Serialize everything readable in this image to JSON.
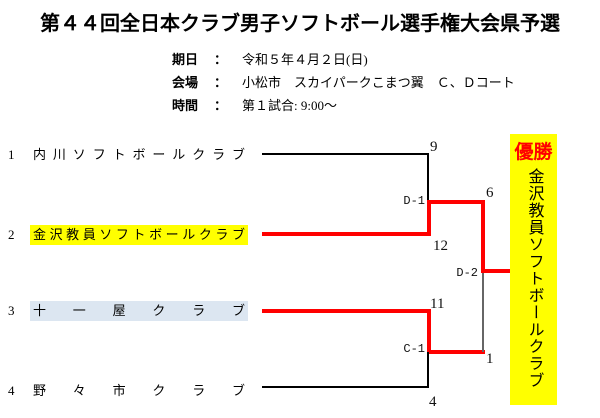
{
  "title": "第４４回全日本クラブ男子ソフトボール選手権大会県予選",
  "info": {
    "rows": [
      {
        "label": "期日",
        "colon": "：",
        "value": "令和５年４月２日(日)"
      },
      {
        "label": "会場",
        "colon": "：",
        "value": "小松市　スカイパークこまつ翼　Ｃ、Ｄコート"
      },
      {
        "label": "時間",
        "colon": "：",
        "value": "第１試合: 9:00～"
      }
    ]
  },
  "bracket": {
    "teams": [
      {
        "seed": "1",
        "name": "内川ソフトボールクラブ",
        "highlight": "none",
        "first_round_score": "9"
      },
      {
        "seed": "2",
        "name": "金沢教員ソフトボールクラブ",
        "highlight": "yellow",
        "first_round_score": "12"
      },
      {
        "seed": "3",
        "name": "十一屋クラブ",
        "highlight": "blue",
        "first_round_score": "11"
      },
      {
        "seed": "4",
        "name": "野々市クラブ",
        "highlight": "none",
        "first_round_score": "4"
      }
    ],
    "matches": {
      "semifinal_top_label": "D-1",
      "semifinal_bottom_label": "C-1",
      "final_label": "D-2",
      "final_top_score": "6",
      "final_bottom_score": "1"
    }
  },
  "champion": {
    "label": "優勝",
    "name": "金沢教員ソフトボールクラブ"
  },
  "colors": {
    "winner_line": "#ff0000",
    "neutral_line": "#000000",
    "final_loser_line": "#666666",
    "champion_bg": "#ffff00",
    "champion_label_text": "#ff0000",
    "team2_highlight": "#ffff00",
    "team3_highlight": "#dce6f1"
  }
}
